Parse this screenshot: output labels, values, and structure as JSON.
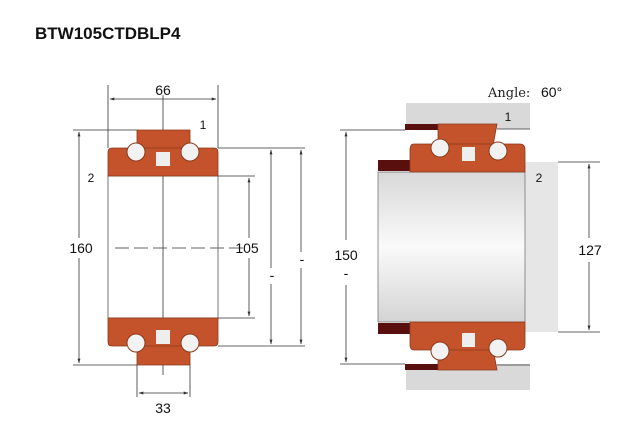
{
  "title": "BTW105CTDBLP4",
  "left_view": {
    "width_top": "66",
    "width_bottom": "33",
    "outer_diameter": "160",
    "bore": "105",
    "dim_a": "-",
    "dim_b": "-",
    "label_1": "1",
    "label_2": "2"
  },
  "right_view": {
    "angle_label": "Angle:",
    "angle_value": "60°",
    "housing_diameter": "150",
    "housing_dash": "-",
    "shaft_diameter": "127",
    "label_1": "1",
    "label_2": "2"
  },
  "colors": {
    "ring": "#c4532b",
    "seal": "#5a0f0f",
    "housing": "#d9d9d9"
  }
}
